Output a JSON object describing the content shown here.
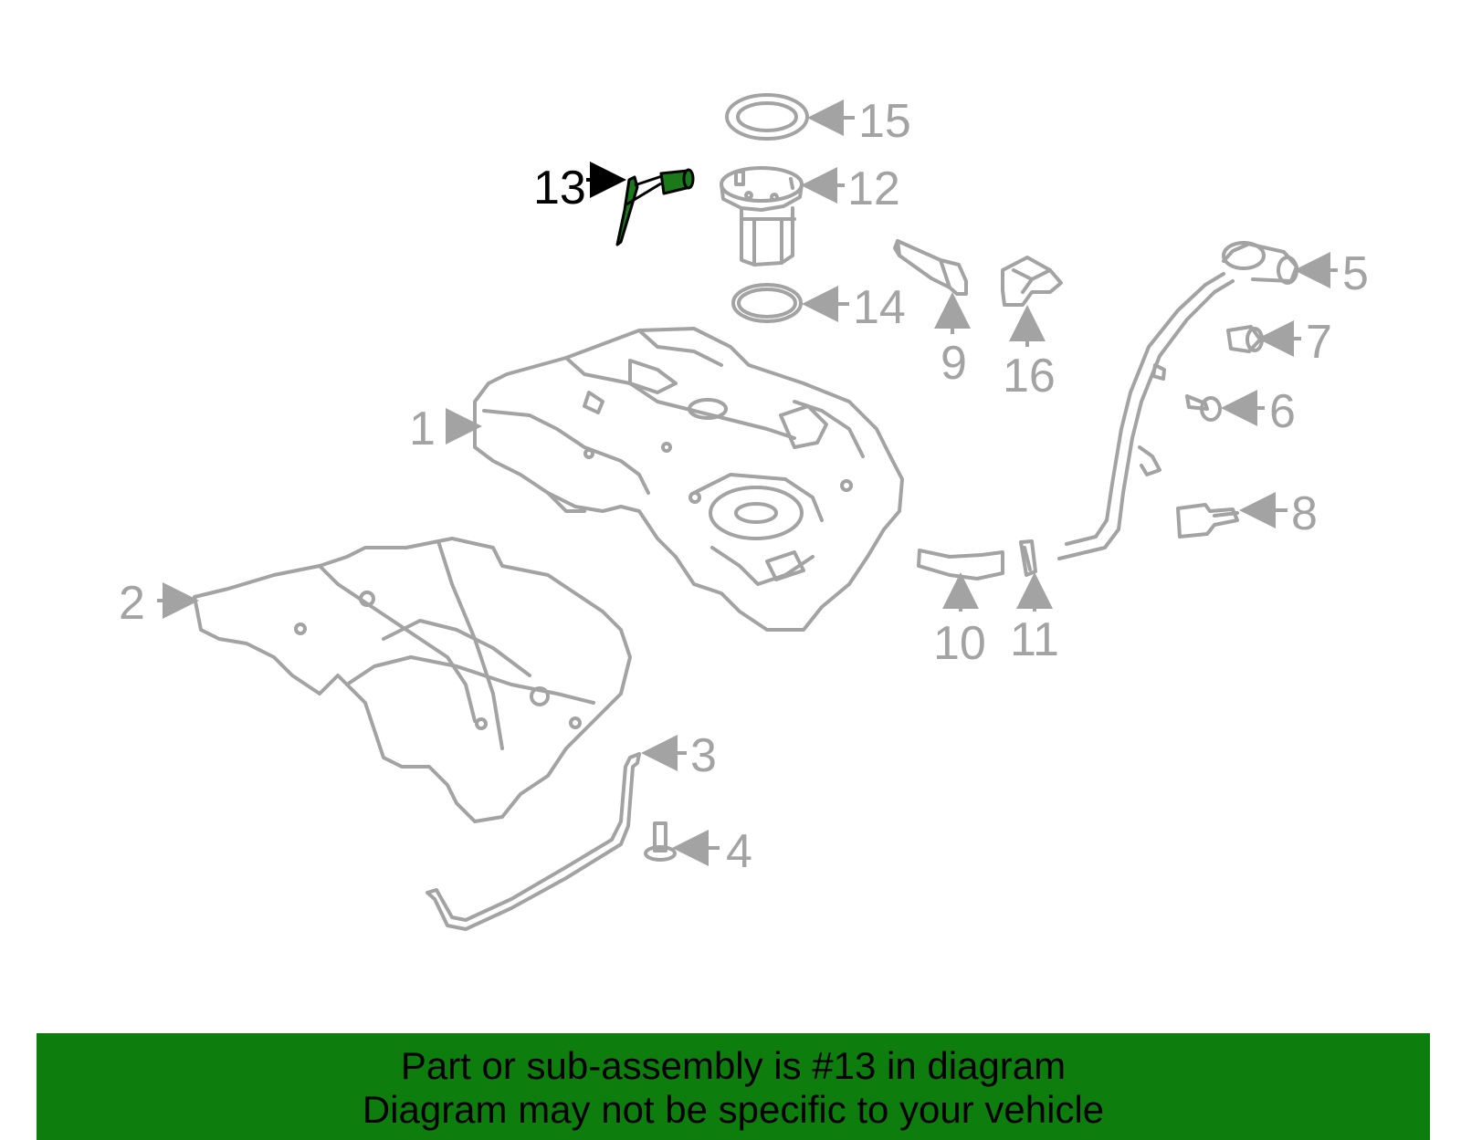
{
  "caption": {
    "line1": "Part or sub-assembly is #13 in diagram",
    "line2": "Diagram may not be specific to your vehicle"
  },
  "highlighted_part": "13",
  "colors": {
    "part_outline": "#a3a3a3",
    "highlight_fill": "#1a7a1a",
    "banner": "#0d7d0d",
    "text_active": "#000000"
  },
  "callouts": [
    {
      "id": "1",
      "label": "1"
    },
    {
      "id": "2",
      "label": "2"
    },
    {
      "id": "3",
      "label": "3"
    },
    {
      "id": "4",
      "label": "4"
    },
    {
      "id": "5",
      "label": "5"
    },
    {
      "id": "6",
      "label": "6"
    },
    {
      "id": "7",
      "label": "7"
    },
    {
      "id": "8",
      "label": "8"
    },
    {
      "id": "9",
      "label": "9"
    },
    {
      "id": "10",
      "label": "10"
    },
    {
      "id": "11",
      "label": "11"
    },
    {
      "id": "12",
      "label": "12"
    },
    {
      "id": "13",
      "label": "13"
    },
    {
      "id": "14",
      "label": "14"
    },
    {
      "id": "15",
      "label": "15"
    },
    {
      "id": "16",
      "label": "16"
    }
  ]
}
